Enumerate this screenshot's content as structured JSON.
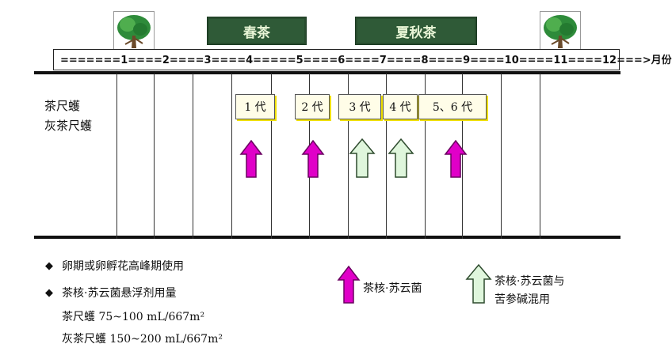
{
  "seasons": {
    "spring": "春茶",
    "summer_autumn": "夏秋茶"
  },
  "scale": {
    "text": "=======1====2====3====4=====5====6====7====8====9====10====11====12===>月份"
  },
  "pests": [
    "茶尺蠖",
    "灰茶尺蠖"
  ],
  "generations": [
    {
      "label": "1 代",
      "arrow": "magenta"
    },
    {
      "label": "2 代",
      "arrow": "magenta"
    },
    {
      "label": "3 代",
      "arrow": "light-green"
    },
    {
      "label": "4 代",
      "arrow": "light-green"
    },
    {
      "label": "5、6 代",
      "arrow": "magenta"
    }
  ],
  "notes": {
    "bullet1": "卵期或卵孵花高峰期使用",
    "bullet2": "茶核·苏云菌悬浮剂用量",
    "dose1": "茶尺蠖 75~100 mL/667m²",
    "dose2": "灰茶尺蠖 150~200 mL/667m²"
  },
  "legend": {
    "magenta": "茶核·苏云菌",
    "green_line1": "茶核·苏云菌与",
    "green_line2": "苦参碱混用"
  },
  "colors": {
    "magenta": "#e000c8",
    "light_green": "#dff6dc",
    "season_bg": "#2f5a37"
  },
  "icons": [
    "tree-icon",
    "up-arrow-icon",
    "diamond-bullet-icon"
  ]
}
